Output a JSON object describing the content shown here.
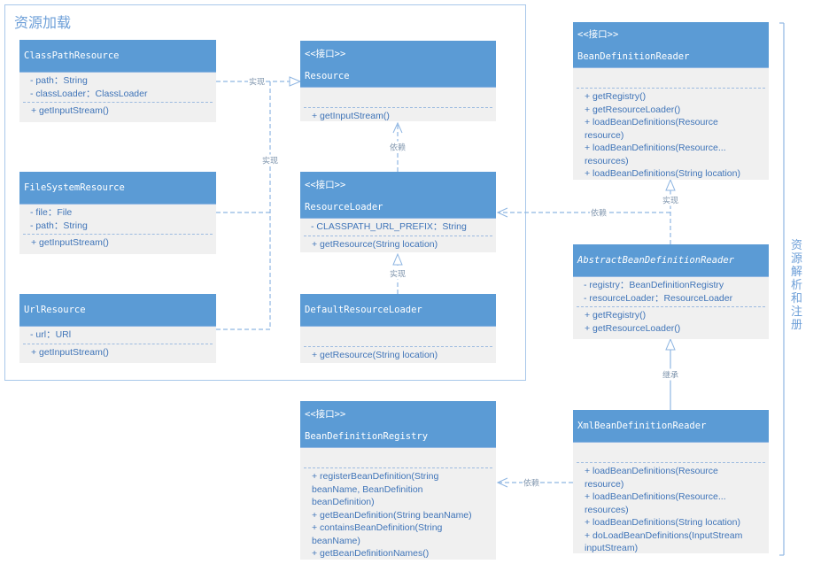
{
  "group_title": "资源加载",
  "side_title": "资源解析和注册",
  "stereotype": "<<接口>>",
  "classes": [
    {
      "name": "ClassPathResource",
      "stereotype": false,
      "italic": false,
      "attributes": [
        "- path：String",
        "- classLoader：ClassLoader"
      ],
      "methods": [
        "+ getInputStream()"
      ]
    },
    {
      "name": "FileSystemResource",
      "stereotype": false,
      "italic": false,
      "attributes": [
        "- file：File",
        "- path：String"
      ],
      "methods": [
        "+ getInputStream()"
      ]
    },
    {
      "name": "UrlResource",
      "stereotype": false,
      "italic": false,
      "attributes": [
        "- url：URl"
      ],
      "methods": [
        "+ getInputStream()"
      ]
    },
    {
      "name": "Resource",
      "stereotype": true,
      "italic": false,
      "attributes": [],
      "methods": [
        "+ getInputStream()"
      ]
    },
    {
      "name": "ResourceLoader",
      "stereotype": true,
      "italic": false,
      "attributes": [
        "- CLASSPATH_URL_PREFIX：String"
      ],
      "methods": [
        "+ getResource(String location)"
      ]
    },
    {
      "name": "DefaultResourceLoader",
      "stereotype": false,
      "italic": false,
      "attributes": [],
      "methods": [
        "+ getResource(String location)"
      ]
    },
    {
      "name": "BeanDefinitionReader",
      "stereotype": true,
      "italic": false,
      "attributes": [],
      "methods": [
        "+ getRegistry()",
        "+ getResourceLoader()",
        "+ loadBeanDefinitions(Resource resource)",
        "+ loadBeanDefinitions(Resource... resources)",
        "+ loadBeanDefinitions(String location)"
      ]
    },
    {
      "name": "AbstractBeanDefinitionReader",
      "stereotype": false,
      "italic": true,
      "attributes": [
        "- registry：BeanDefinitionRegistry",
        "- resourceLoader：ResourceLoader"
      ],
      "methods": [
        "+ getRegistry()",
        "+ getResourceLoader()"
      ]
    },
    {
      "name": "XmlBeanDefinitionReader",
      "stereotype": false,
      "italic": false,
      "attributes": [],
      "methods": [
        "+ loadBeanDefinitions(Resource resource)",
        "+ loadBeanDefinitions(Resource... resources)",
        "+ loadBeanDefinitions(String location)",
        "+ doLoadBeanDefinitions(InputStream inputStream)"
      ]
    },
    {
      "name": "BeanDefinitionRegistry",
      "stereotype": true,
      "italic": false,
      "attributes": [],
      "methods": [
        "+ registerBeanDefinition(String beanName, BeanDefinition beanDefinition)",
        "+ getBeanDefinition(String beanName)",
        "+ containsBeanDefinition(String beanName)",
        "+ getBeanDefinitionNames()"
      ]
    }
  ],
  "relations": {
    "realize": "实现",
    "depend": "依赖",
    "inherit": "继承"
  },
  "colors": {
    "header": "#5b9bd5",
    "body": "#f0f0f0",
    "text": "#3f74b8",
    "line": "#8fb6e2"
  }
}
